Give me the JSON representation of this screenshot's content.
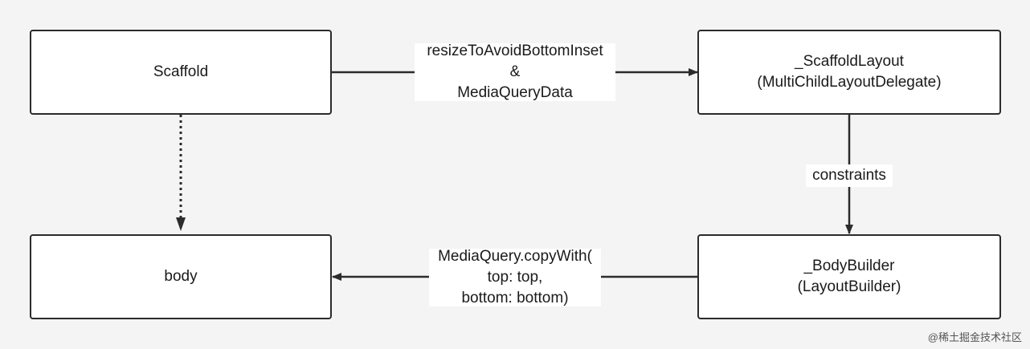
{
  "nodes": {
    "scaffold": {
      "line1": "Scaffold"
    },
    "scaffold_layout": {
      "line1": "_ScaffoldLayout",
      "line2": "(MultiChildLayoutDelegate)"
    },
    "body": {
      "line1": "body"
    },
    "body_builder": {
      "line1": "_BodyBuilder",
      "line2": "(LayoutBuilder)"
    }
  },
  "edges": {
    "scaffold_to_layout": {
      "line1": "resizeToAvoidBottomInset",
      "line2": "&",
      "line3": "MediaQueryData"
    },
    "layout_to_builder": {
      "line1": "constraints"
    },
    "builder_to_body": {
      "line1": "MediaQuery.copyWith(",
      "line2": "top: top,",
      "line3": "bottom: bottom)"
    }
  },
  "watermark": "@稀土掘金技术社区",
  "colors": {
    "stroke": "#2b2b2b",
    "background": "#f4f4f4",
    "box": "#ffffff"
  }
}
